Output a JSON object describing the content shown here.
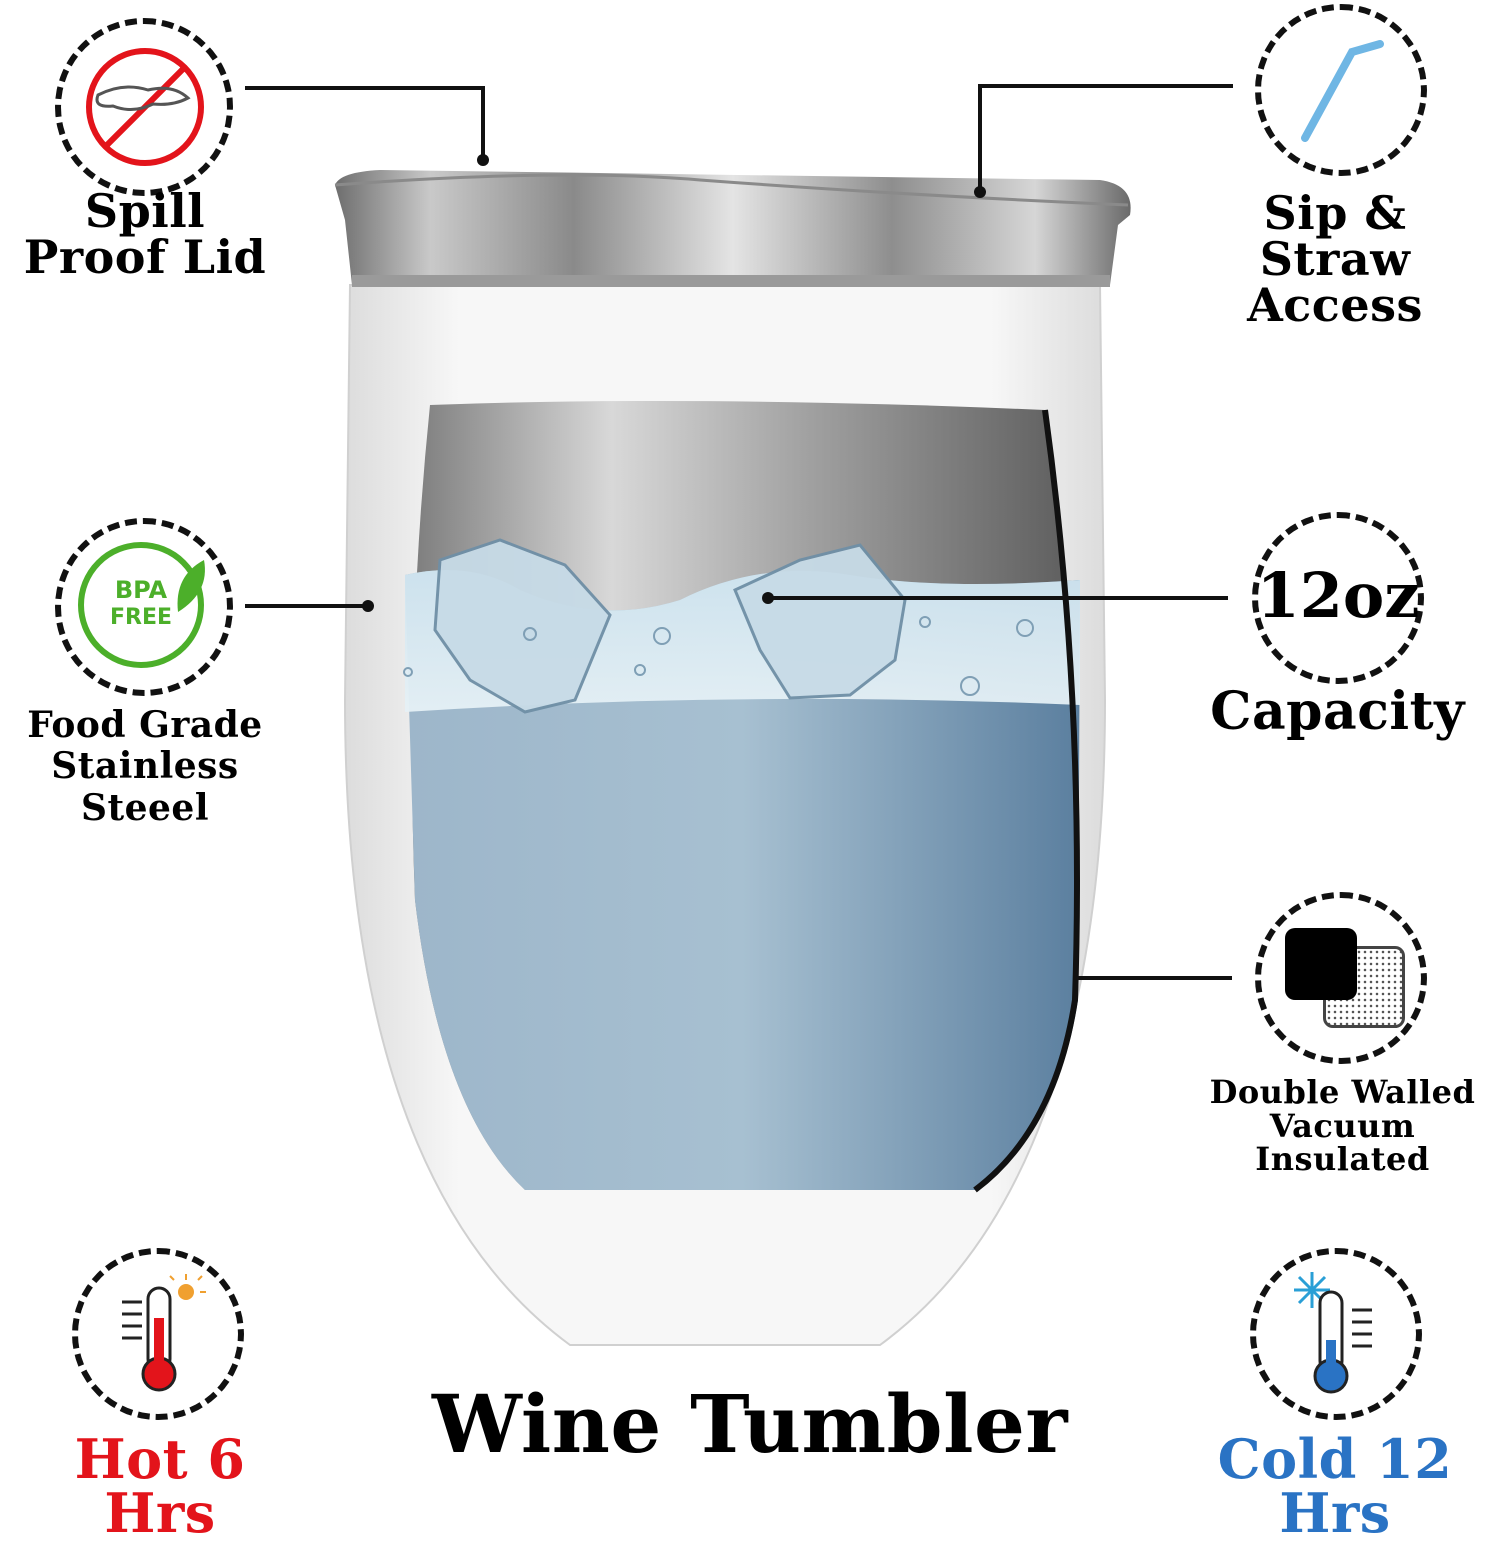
{
  "features": {
    "spill": {
      "line1": "Spill",
      "line2": "Proof Lid",
      "icon": "no-spill-icon"
    },
    "straw": {
      "line1": "Sip & Straw",
      "line2": "Access",
      "icon": "straw-icon"
    },
    "bpa": {
      "badge_line1": "BPA",
      "badge_line2": "FREE",
      "line1": "Food Grade",
      "line2": "Stainless Steeel",
      "icon": "bpa-free-icon"
    },
    "capacity": {
      "badge": "12oz",
      "label": "Capacity"
    },
    "walled": {
      "line1": "Double Walled",
      "line2": "Vacuum Insulated",
      "icon": "double-wall-icon"
    },
    "hot": {
      "label": "Hot 6 Hrs",
      "icon": "hot-thermometer-icon",
      "color": "#e3141b"
    },
    "cold": {
      "label": "Cold 12 Hrs",
      "icon": "cold-thermometer-icon",
      "color": "#2a73c4"
    }
  },
  "product": {
    "title": "Wine Tumbler"
  },
  "colors": {
    "accent_green": "#4caf2a",
    "water": "#8fb0c8",
    "steel": "#a9a9a9"
  }
}
